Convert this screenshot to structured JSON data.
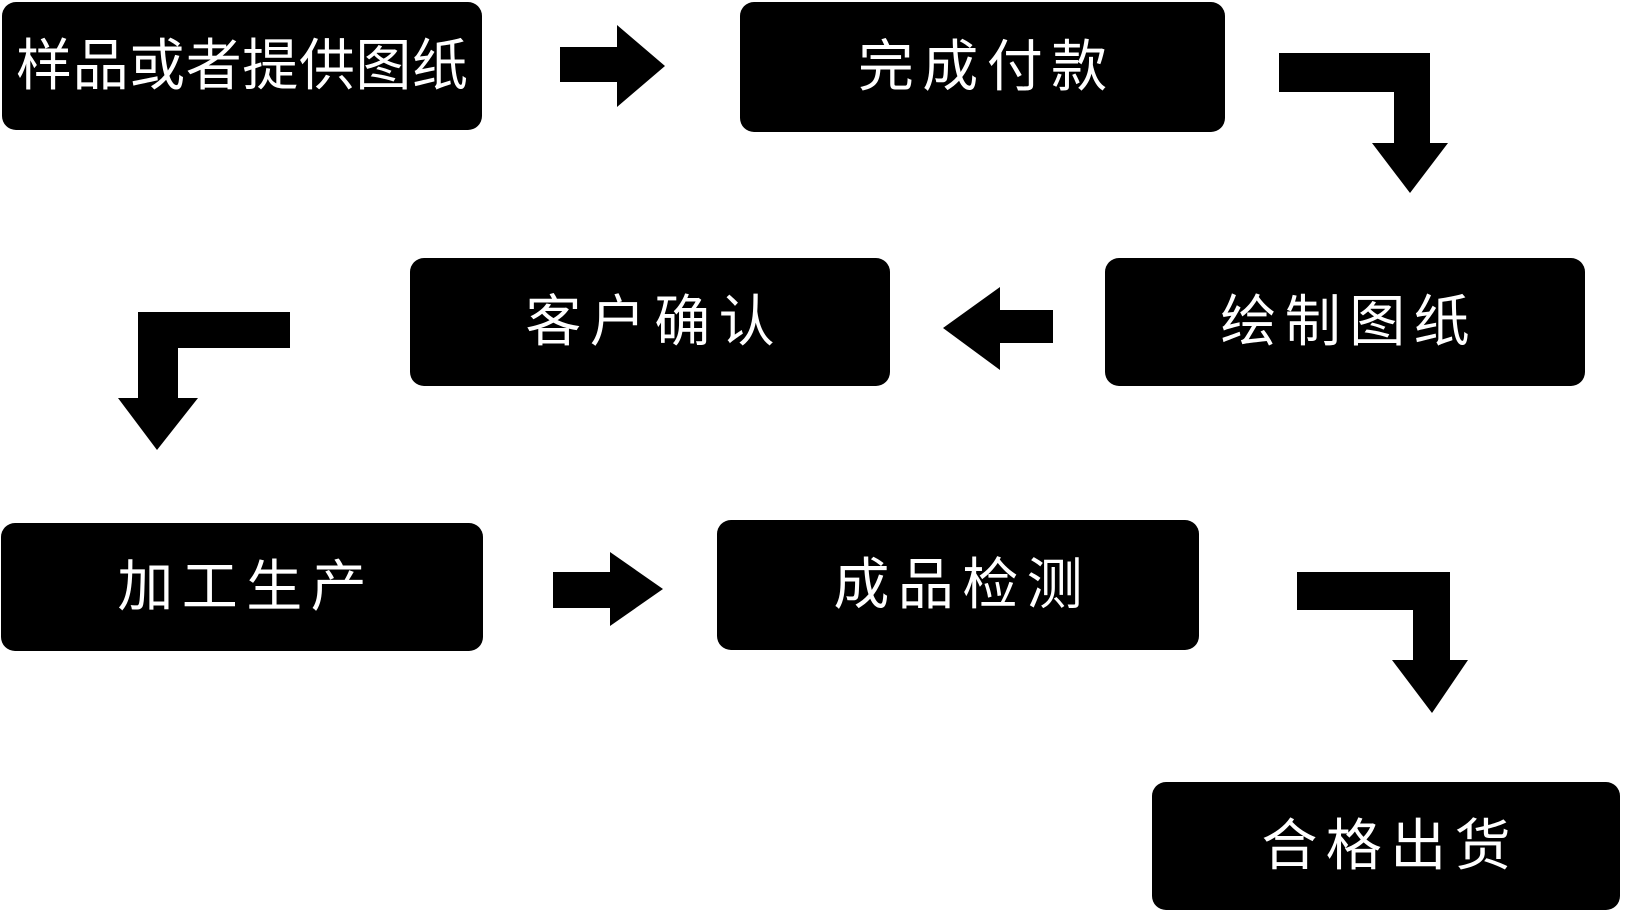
{
  "diagram": {
    "type": "flowchart",
    "colors": {
      "background": "#ffffff",
      "box": "#000000",
      "text": "#ffffff",
      "arrow": "#000000"
    },
    "steps": [
      {
        "label": "样品或者提供图纸"
      },
      {
        "label": "完成付款"
      },
      {
        "label": "绘制图纸"
      },
      {
        "label": "客户确认"
      },
      {
        "label": "加工生产"
      },
      {
        "label": "成品检测"
      },
      {
        "label": "合格出货"
      }
    ],
    "arrows": [
      {
        "type": "right",
        "from": "样品或者提供图纸",
        "to": "完成付款"
      },
      {
        "type": "elbow-right-down",
        "from": "完成付款",
        "to": "绘制图纸"
      },
      {
        "type": "left",
        "from": "绘制图纸",
        "to": "客户确认"
      },
      {
        "type": "elbow-left-down",
        "from": "客户确认",
        "to": "加工生产"
      },
      {
        "type": "right",
        "from": "加工生产",
        "to": "成品检测"
      },
      {
        "type": "elbow-right-down",
        "from": "成品检测",
        "to": "合格出货"
      }
    ]
  }
}
